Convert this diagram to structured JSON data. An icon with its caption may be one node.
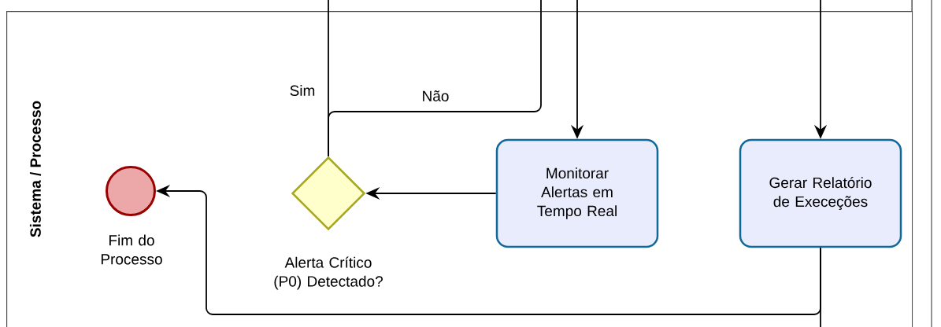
{
  "diagram": {
    "nodes": [
      {
        "text": [
          "Sistema / Processo"
        ]
      },
      {
        "text": [],
        "shape": "circle",
        "in": 0,
        "beside": [
          "Fim do Processo"
        ]
      },
      {
        "text": [],
        "shape": "diamond",
        "in": 0,
        "beside": [
          "Alerta Crítico (P0) Detectado?"
        ]
      },
      {
        "text": [
          "Monitorar Alertas em Tempo Real"
        ],
        "in": 0
      },
      {
        "text": [
          "Gerar Relatório de Execeções"
        ],
        "in": 0
      }
    ],
    "edges": [
      {
        "from": 2,
        "to": null,
        "arrow": "none",
        "label": "Sim"
      },
      {
        "from": 2,
        "to": null,
        "arrow": "none",
        "label": "Não"
      },
      {
        "from": null,
        "to": 3,
        "arrow": "to"
      },
      {
        "from": 3,
        "to": 2,
        "arrow": "to"
      },
      {
        "from": null,
        "to": 4,
        "arrow": "to"
      },
      {
        "from": 4,
        "to": 1,
        "arrow": "to"
      },
      {
        "from": 4,
        "to": null,
        "arrow": "none"
      }
    ]
  }
}
